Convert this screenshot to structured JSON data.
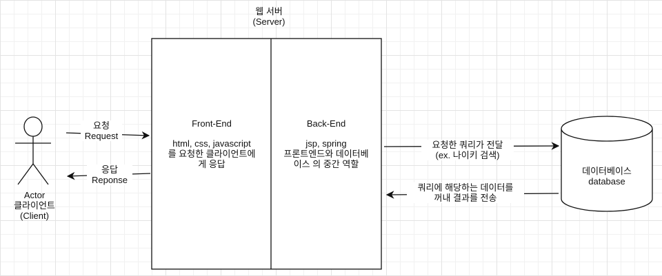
{
  "server": {
    "title_ko": "웹 서버",
    "title_en": "(Server)"
  },
  "frontend": {
    "title": "Front-End",
    "desc_line1": "html, css, javascript",
    "desc_line2": "를 요청한 클라이언트에",
    "desc_line3": "게 응답"
  },
  "backend": {
    "title": "Back-End",
    "desc_line1": "jsp, spring",
    "desc_line2": "프론트엔드와 데이터베",
    "desc_line3": "이스 의 중간 역할"
  },
  "actor": {
    "name": "Actor",
    "label_ko": "클라이언트",
    "label_en": "(Client)"
  },
  "arrows": {
    "request_ko": "요청",
    "request_en": "Request",
    "response_ko": "응답",
    "response_en": "Reponse",
    "query_line1": "요청한 쿼리가 전달",
    "query_line2": "(ex. 나이키 검색)",
    "result_line1": "쿼리에 해당하는 데이터를",
    "result_line2": "꺼내 결과를 전송"
  },
  "database": {
    "label_ko": "데이터베이스",
    "label_en": "database"
  },
  "colors": {
    "stroke": "#111111",
    "grid": "#e3e3e3",
    "background": "#ffffff"
  }
}
